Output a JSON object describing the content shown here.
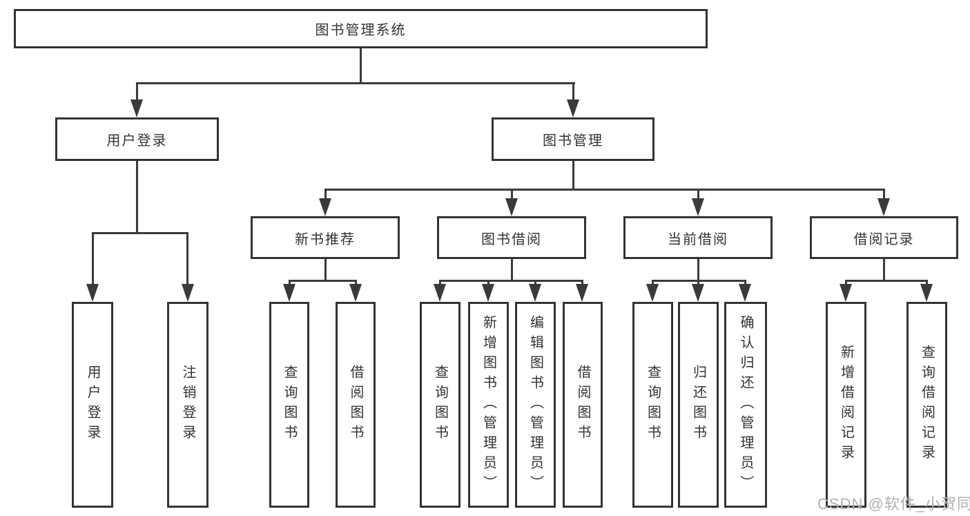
{
  "tree": {
    "root": "图书管理系统",
    "branches": [
      {
        "label": "用户登录",
        "leaves": [
          "用户登录",
          "注销登录"
        ]
      },
      {
        "label": "图书管理",
        "sections": [
          {
            "label": "新书推荐",
            "leaves": [
              "查询图书",
              "借阅图书"
            ]
          },
          {
            "label": "图书借阅",
            "leaves": [
              "查询图书",
              "新增图书（管理员）",
              "编辑图书（管理员）",
              "借阅图书"
            ]
          },
          {
            "label": "当前借阅",
            "leaves": [
              "查询图书",
              "归还图书",
              "确认归还（管理员）"
            ]
          },
          {
            "label": "借阅记录",
            "leaves": [
              "新增借阅记录",
              "查询借阅记录"
            ]
          }
        ]
      }
    ]
  },
  "watermark": "CSDN @软件_小贺同学",
  "colors": {
    "line": "#3a3a3a",
    "box_border": "#333333",
    "text": "#333333",
    "watermark": "#b0b0b0",
    "background": "#ffffff"
  }
}
